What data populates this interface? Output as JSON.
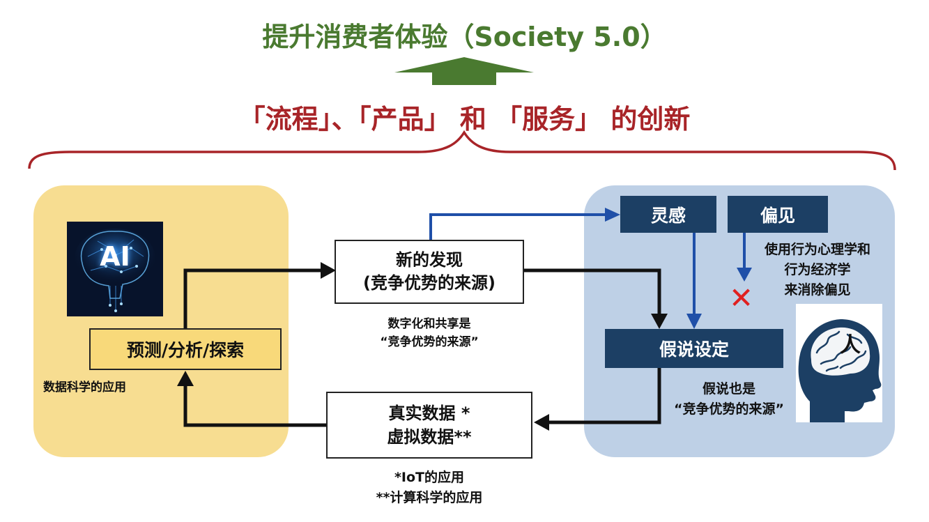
{
  "title": "提升消费者体验（Society 5.0）",
  "subtitle": "「流程」、「产品」 和 「服务」 的创新",
  "ai_panel": {
    "ai_label": "AI",
    "predict_label": "预测/分析/探索",
    "note": "数据科学的应用"
  },
  "discovery": {
    "line1": "新的发现",
    "line2": "(竞争优势的来源)",
    "note1": "数字化和共享是",
    "note2": "“竞争优势的来源”"
  },
  "data_box": {
    "line1": "真实数据 *",
    "line2": "虚拟数据**",
    "note1": "*IoT的应用",
    "note2": "**计算科学的应用"
  },
  "human_panel": {
    "inspiration": "灵感",
    "bias": "偏见",
    "bias_note": [
      "使用行为心理学和",
      "行为经济学",
      "来消除偏见"
    ],
    "cross_mark": "✕",
    "hypothesis": "假说设定",
    "hyp_note1": "假说也是",
    "hyp_note2": "“竞争优势的来源”",
    "person_label": "人"
  },
  "colors": {
    "green": "#4a7a30",
    "red": "#a82428",
    "yellow_panel": "#f7dd91",
    "blue_panel": "#bed0e6",
    "navy": "#1c3f64",
    "blue_arrow": "#1f4fa8"
  }
}
